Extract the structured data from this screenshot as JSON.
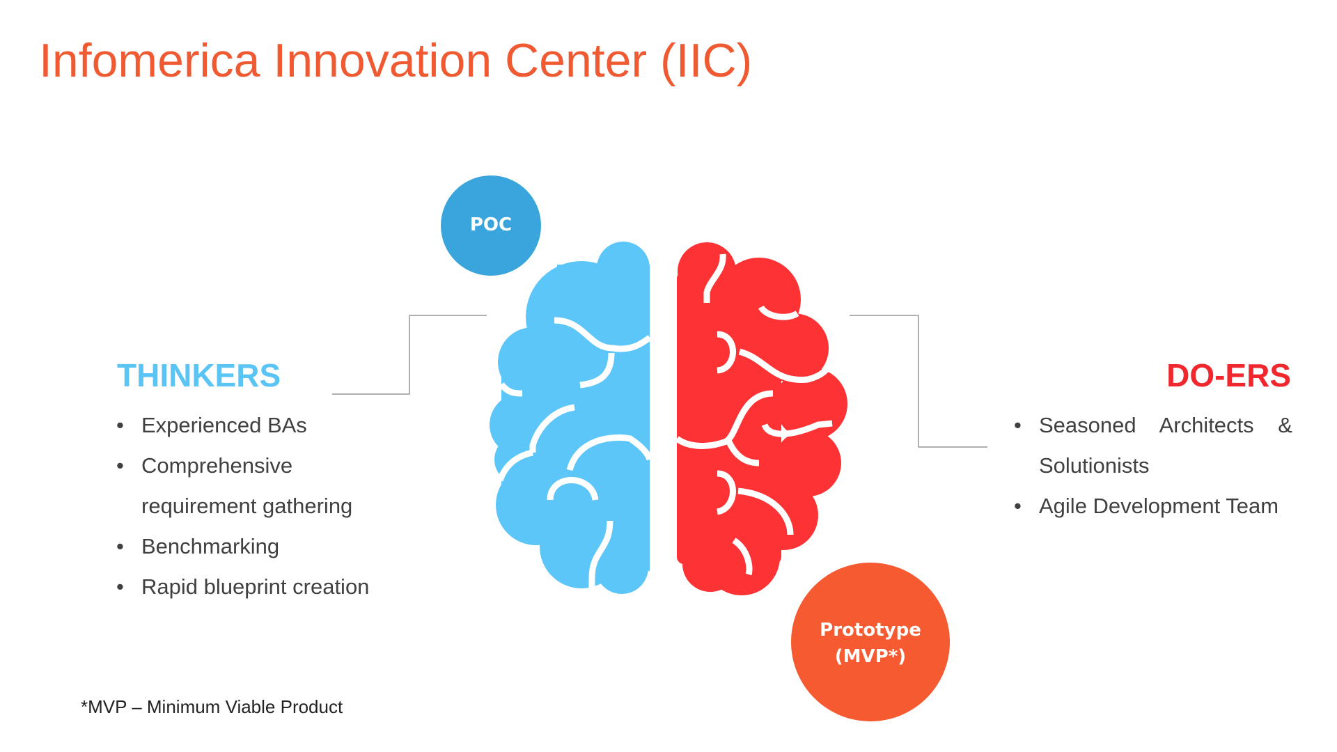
{
  "title": "Infomerica Innovation Center (IIC)",
  "thinkers": {
    "heading": "THINKERS",
    "items": [
      "Experienced BAs",
      "Comprehensive",
      "requirement gathering",
      "Benchmarking",
      "Rapid blueprint creation"
    ]
  },
  "doers": {
    "heading": "DO-ERS",
    "items": [
      "Seasoned Architects &",
      "Solutionists",
      "Agile Development Team"
    ]
  },
  "bubbles": {
    "poc": "POC",
    "prototype_line1": "Prototype",
    "prototype_line2": "(MVP*)"
  },
  "footnote": "*MVP – Minimum Viable Product",
  "bullet": "•",
  "colors": {
    "title": "#f05a32",
    "thinkers": "#5ac4f5",
    "doers": "#f0282e",
    "poc": "#3aa5dc",
    "prototype": "#f55a30"
  }
}
